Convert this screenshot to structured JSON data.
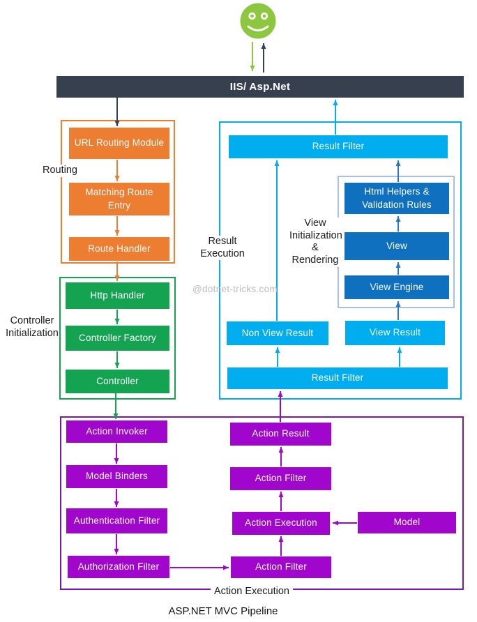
{
  "title": "ASP.NET MVC Pipeline",
  "watermark": "@dotnet-tricks.com",
  "header": {
    "iis_bar": "IIS/ Asp.Net"
  },
  "groups": {
    "routing": "Routing",
    "controller_initialization": "Controller Initialization",
    "result_execution": "Result Execution",
    "view_initialization": "View Initialization & Rendering",
    "action_execution": "Action Execution"
  },
  "nodes": {
    "url_routing_module": "URL Routing Module",
    "matching_route_entry": "Matching Route Entry",
    "route_handler": "Route Handler",
    "http_handler": "Http Handler",
    "controller_factory": "Controller Factory",
    "controller": "Controller",
    "action_invoker": "Action Invoker",
    "model_binders": "Model Binders",
    "authentication_filter": "Authentication Filter",
    "authorization_filter": "Authorization Filter",
    "action_result": "Action Result",
    "action_filter_upper": "Action Filter",
    "action_execution": "Action Execution",
    "action_filter_lower": "Action Filter",
    "model": "Model",
    "result_filter_top": "Result Filter",
    "result_filter_bottom": "Result Filter",
    "non_view_result": "Non View Result",
    "view_result": "View Result",
    "view_engine": "View Engine",
    "view": "View",
    "html_helpers": "Html Helpers & Validation Rules"
  },
  "icons": {
    "smiley": "user-smiley-face"
  },
  "colors": {
    "orange": "#ED7D31",
    "green": "#14A351",
    "purple_box": "#A106CC",
    "purple_border": "#7B18A8",
    "cyan": "#00AEEF",
    "dark_blue": "#0E70BE",
    "blue_arrow": "#2878C8",
    "iis_bar": "#36404F",
    "smiley_green": "#8DC63F",
    "view_group_border": "#A8BEE3"
  }
}
